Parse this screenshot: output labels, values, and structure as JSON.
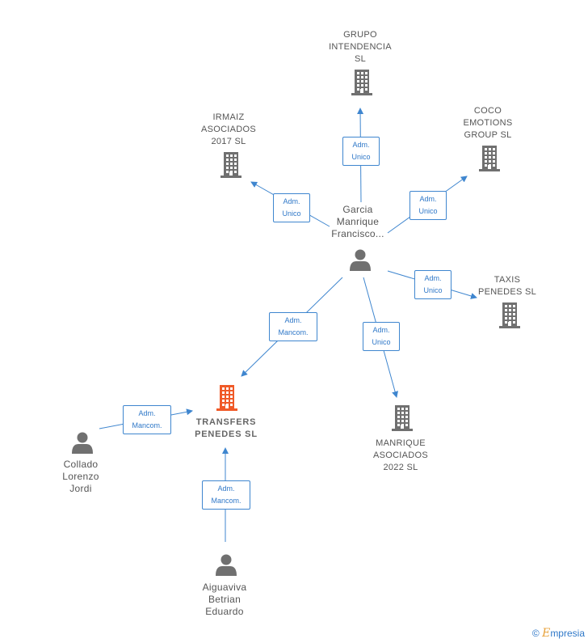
{
  "nodes": {
    "grupo": {
      "label": [
        "GRUPO",
        "INTENDENCIA",
        "SL"
      ],
      "type": "company"
    },
    "irmaiz": {
      "label": [
        "IRMAIZ",
        "ASOCIADOS",
        "2017  SL"
      ],
      "type": "company"
    },
    "coco": {
      "label": [
        "COCO",
        "EMOTIONS",
        "GROUP  SL"
      ],
      "type": "company"
    },
    "taxis": {
      "label": [
        "TAXIS",
        "PENEDES  SL"
      ],
      "type": "company"
    },
    "manrique": {
      "label": [
        "MANRIQUE",
        "ASOCIADOS",
        "2022  SL"
      ],
      "type": "company"
    },
    "transfers": {
      "label": [
        "TRANSFERS",
        "PENEDES  SL"
      ],
      "type": "company-focus"
    },
    "garcia": {
      "label": [
        "Garcia",
        "Manrique",
        "Francisco..."
      ],
      "type": "person"
    },
    "collado": {
      "label": [
        "Collado",
        "Lorenzo",
        "Jordi"
      ],
      "type": "person"
    },
    "aiguaviva": {
      "label": [
        "Aiguaviva",
        "Betrian",
        "Eduardo"
      ],
      "type": "person"
    }
  },
  "edges": [
    {
      "from": "garcia",
      "to": "grupo",
      "label": [
        "Adm.",
        "Unico"
      ]
    },
    {
      "from": "garcia",
      "to": "irmaiz",
      "label": [
        "Adm.",
        "Unico"
      ]
    },
    {
      "from": "garcia",
      "to": "coco",
      "label": [
        "Adm.",
        "Unico"
      ]
    },
    {
      "from": "garcia",
      "to": "taxis",
      "label": [
        "Adm.",
        "Unico"
      ]
    },
    {
      "from": "garcia",
      "to": "manrique",
      "label": [
        "Adm.",
        "Unico"
      ]
    },
    {
      "from": "garcia",
      "to": "transfers",
      "label": [
        "Adm.",
        "Mancom."
      ]
    },
    {
      "from": "collado",
      "to": "transfers",
      "label": [
        "Adm.",
        "Mancom."
      ]
    },
    {
      "from": "aiguaviva",
      "to": "transfers",
      "label": [
        "Adm.",
        "Mancom."
      ]
    }
  ],
  "colors": {
    "edge": "#3f86cf",
    "company_icon": "#707070",
    "focus_icon": "#f05a28",
    "person_icon": "#707070"
  },
  "watermark": {
    "symbol": "©",
    "brand_initial": "E",
    "brand_rest": "mpresia"
  }
}
